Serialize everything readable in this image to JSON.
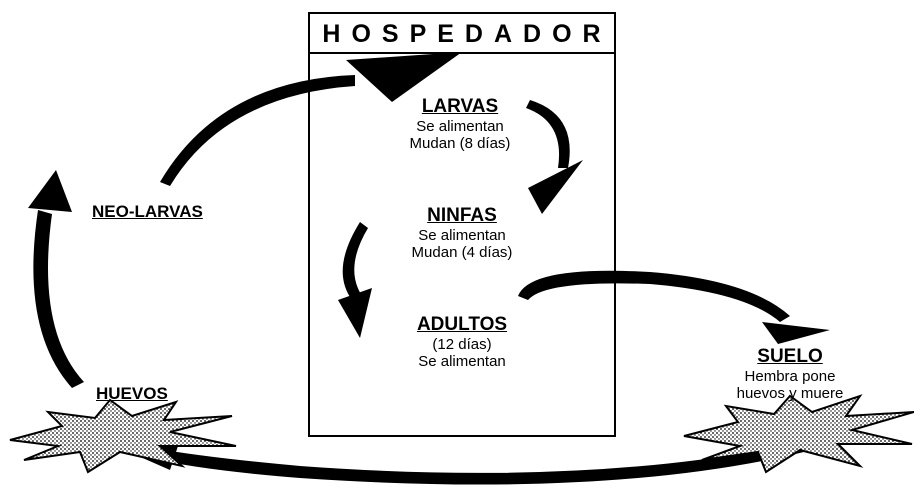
{
  "host": {
    "title": "HOSPEDADOR"
  },
  "stages": {
    "larvas": {
      "title": "LARVAS",
      "line1": "Se alimentan",
      "line2": "Mudan (8 días)"
    },
    "ninfas": {
      "title": "NINFAS",
      "line1": "Se alimentan",
      "line2": "Mudan (4 días)"
    },
    "adultos": {
      "title": "ADULTOS",
      "line1": "(12 días)",
      "line2": "Se alimentan"
    },
    "suelo": {
      "title": "SUELO",
      "line1": "Hembra pone",
      "line2": "huevos y muere"
    }
  },
  "labels": {
    "neo_larvas": "NEO-LARVAS",
    "huevos": "HUEVOS"
  },
  "colors": {
    "ink": "#000000",
    "background": "#ffffff"
  },
  "icons": [
    "curved-arrow-icon",
    "egg-cluster-burst-icon"
  ]
}
